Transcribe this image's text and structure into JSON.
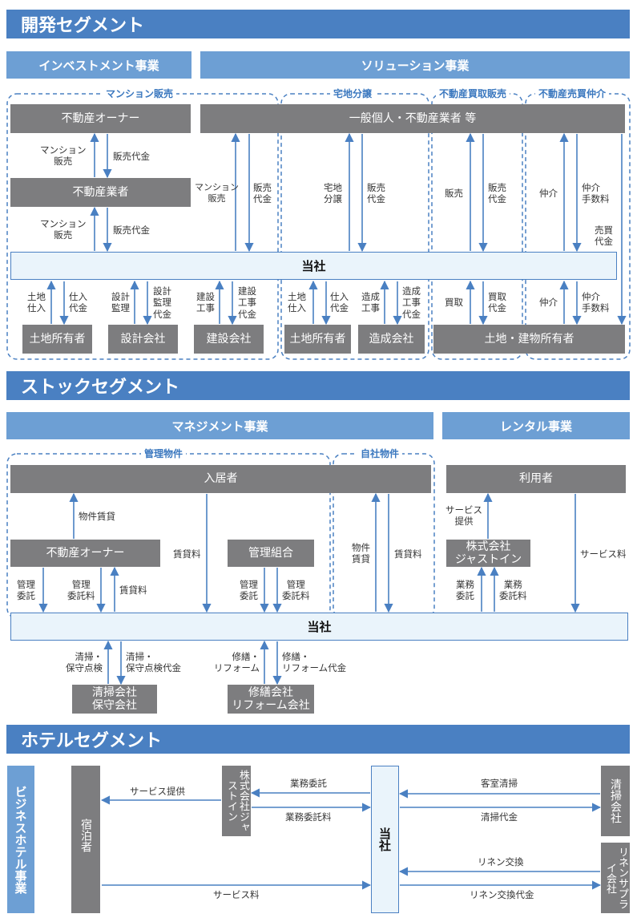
{
  "colors": {
    "band": "#4a80c2",
    "category": "#6d9fd4",
    "box": "#7d7d7f",
    "company_fill": "#eaf4fb",
    "arrow": "#4a80c2"
  },
  "dev": {
    "title": "開発セグメント",
    "investment": "インベストメント事業",
    "solution": "ソリューション事業",
    "dash_mansion": "マンション販売",
    "dash_takuchi": "宅地分譲",
    "dash_buy": "不動産買取販売",
    "dash_broker": "不動産売買仲介",
    "owner": "不動産オーナー",
    "dealer": "不動産業者",
    "general": "一般個人・不動産業者 等",
    "company": "当社",
    "landowner1": "土地所有者",
    "design_co": "設計会社",
    "construction_co": "建設会社",
    "landowner2": "土地所有者",
    "zosei_co": "造成会社",
    "land_building_owner": "土地・建物所有者",
    "l_mansion_sale1": "マンション\n販売",
    "l_sale_price1": "販売代金",
    "l_mansion_sale2": "マンション\n販売",
    "l_sale_price2": "販売代金",
    "l_mansion_sale3": "マンション\n販売",
    "l_sale_price3": "販売\n代金",
    "l_takuchi_bunjo": "宅地\n分譲",
    "l_sale_price4": "販売\n代金",
    "l_hanbai": "販売",
    "l_sale_price5": "販売\n代金",
    "l_chukai1": "仲介",
    "l_chukai_fee1": "仲介\n手数料",
    "l_baibai_price": "売買\n代金",
    "l_land_purchase1": "土地\n仕入",
    "l_purchase_price1": "仕入\n代金",
    "l_design_supervision": "設計\n監理",
    "l_design_price": "設計\n監理\n代金",
    "l_construction": "建設\n工事",
    "l_construction_price": "建設\n工事\n代金",
    "l_land_purchase2": "土地\n仕入",
    "l_purchase_price2": "仕入\n代金",
    "l_zosei_work": "造成\n工事",
    "l_zosei_price": "造成\n工事\n代金",
    "l_kaitori": "買取",
    "l_kaitori_price": "買取\n代金",
    "l_chukai2": "仲介",
    "l_chukai_fee2": "仲介\n手数料"
  },
  "stock": {
    "title": "ストックセグメント",
    "management": "マネジメント事業",
    "rental": "レンタル事業",
    "dash_managed": "管理物件",
    "dash_own": "自社物件",
    "tenant": "入居者",
    "user": "利用者",
    "owner": "不動産オーナー",
    "association": "管理組合",
    "justin": "株式会社\nジャストイン",
    "company": "当社",
    "cleaning_co": "清掃会社\n保守会社",
    "repair_co": "修繕会社\nリフォーム会社",
    "l_property_lease": "物件賃貸",
    "l_rent1": "賃貸料",
    "l_property_lease2": "物件\n賃貸",
    "l_rent2": "賃貸料",
    "l_service_provide": "サービス\n提供",
    "l_service_fee": "サービス料",
    "l_mgmt_consign1": "管理\n委託",
    "l_mgmt_fee1": "管理\n委託料",
    "l_rent3": "賃貸料",
    "l_mgmt_consign2": "管理\n委託",
    "l_mgmt_fee2": "管理\n委託料",
    "l_work_consign": "業務\n委託",
    "l_work_fee": "業務\n委託料",
    "l_cleaning": "清掃・\n保守点検",
    "l_cleaning_price": "清掃・\n保守点検代金",
    "l_repair": "修繕・\nリフォーム",
    "l_repair_price": "修繕・\nリフォーム代金"
  },
  "hotel": {
    "title": "ホテルセグメント",
    "side_label": "ビジネスホテル事業",
    "guest": "宿泊者",
    "justin": "株式会社ジャストイン",
    "company": "当社",
    "cleaning_co": "清掃会社",
    "linen_co": "リネンサプライ会社",
    "l_service_provide": "サービス提供",
    "l_work_consign": "業務委託",
    "l_work_fee": "業務委託料",
    "l_room_cleaning": "客室清掃",
    "l_cleaning_price": "清掃代金",
    "l_linen_exchange": "リネン交換",
    "l_linen_price": "リネン交換代金",
    "l_service_fee": "サービス料"
  }
}
